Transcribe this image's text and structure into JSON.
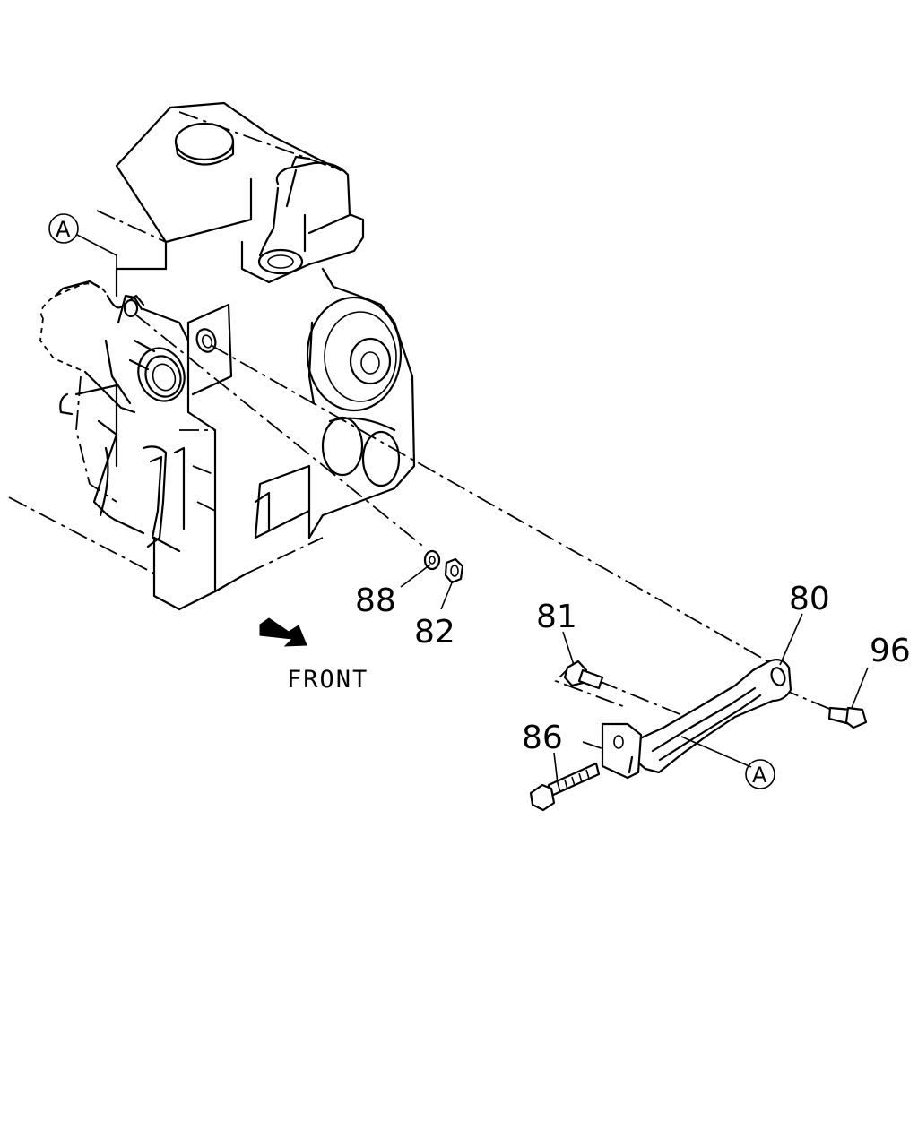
{
  "diagram": {
    "callouts": {
      "p80": "80",
      "p81": "81",
      "p82": "82",
      "p86": "86",
      "p88": "88",
      "p96": "96"
    },
    "ref_markers": {
      "top": "A",
      "bottom": "A"
    },
    "front_label": "FRONT"
  }
}
